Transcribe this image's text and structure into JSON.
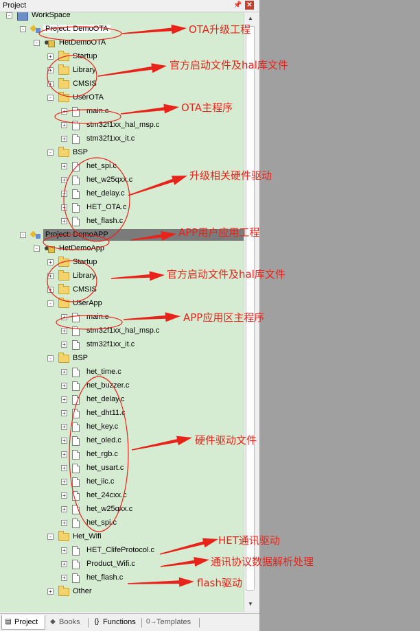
{
  "panel": {
    "title": "Project",
    "pin_icon": "pin-icon",
    "close_icon": "close-icon"
  },
  "tree": [
    {
      "label": "WorkSpace",
      "level": 0,
      "type": "workspace",
      "expander": "minus"
    },
    {
      "label": "Project: DemoOTA",
      "level": 1,
      "type": "project",
      "expander": "minus",
      "highlight": "white"
    },
    {
      "label": "HetDemoOTA",
      "level": 2,
      "type": "group",
      "expander": "minus"
    },
    {
      "label": "Startup",
      "level": 3,
      "type": "folder",
      "expander": "plus"
    },
    {
      "label": "Library",
      "level": 3,
      "type": "folder",
      "expander": "plus"
    },
    {
      "label": "CMSIS",
      "level": 3,
      "type": "folder",
      "expander": "plus"
    },
    {
      "label": "UserOTA",
      "level": 3,
      "type": "folder-open",
      "expander": "minus"
    },
    {
      "label": "main.c",
      "level": 4,
      "type": "file",
      "expander": "plus"
    },
    {
      "label": "stm32f1xx_hal_msp.c",
      "level": 4,
      "type": "file",
      "expander": "plus"
    },
    {
      "label": "stm32f1xx_it.c",
      "level": 4,
      "type": "file",
      "expander": "plus"
    },
    {
      "label": "BSP",
      "level": 3,
      "type": "folder-open",
      "expander": "minus"
    },
    {
      "label": "het_spi.c",
      "level": 4,
      "type": "file",
      "expander": "plus"
    },
    {
      "label": "het_w25qxx.c",
      "level": 4,
      "type": "file",
      "expander": "plus"
    },
    {
      "label": "het_delay.c",
      "level": 4,
      "type": "file",
      "expander": "plus"
    },
    {
      "label": "HET_OTA.c",
      "level": 4,
      "type": "file",
      "expander": "plus"
    },
    {
      "label": "het_flash.c",
      "level": 4,
      "type": "file",
      "expander": "plus"
    },
    {
      "label": "Project: DemoAPP",
      "level": 1,
      "type": "project",
      "expander": "minus",
      "highlight": "gray"
    },
    {
      "label": "HetDemoApp",
      "level": 2,
      "type": "group",
      "expander": "minus"
    },
    {
      "label": "Startup",
      "level": 3,
      "type": "folder",
      "expander": "plus"
    },
    {
      "label": "Library",
      "level": 3,
      "type": "folder",
      "expander": "plus"
    },
    {
      "label": "CMSIS",
      "level": 3,
      "type": "folder",
      "expander": "plus"
    },
    {
      "label": "UserApp",
      "level": 3,
      "type": "folder-open",
      "expander": "minus"
    },
    {
      "label": "main.c",
      "level": 4,
      "type": "file",
      "expander": "plus"
    },
    {
      "label": "stm32f1xx_hal_msp.c",
      "level": 4,
      "type": "file",
      "expander": "plus"
    },
    {
      "label": "stm32f1xx_it.c",
      "level": 4,
      "type": "file",
      "expander": "plus"
    },
    {
      "label": "BSP",
      "level": 3,
      "type": "folder-open",
      "expander": "minus"
    },
    {
      "label": "het_time.c",
      "level": 4,
      "type": "file",
      "expander": "plus"
    },
    {
      "label": "het_buzzer.c",
      "level": 4,
      "type": "file",
      "expander": "plus"
    },
    {
      "label": "het_delay.c",
      "level": 4,
      "type": "file",
      "expander": "plus"
    },
    {
      "label": "het_dht11.c",
      "level": 4,
      "type": "file",
      "expander": "plus"
    },
    {
      "label": "het_key.c",
      "level": 4,
      "type": "file",
      "expander": "plus"
    },
    {
      "label": "het_oled.c",
      "level": 4,
      "type": "file",
      "expander": "plus"
    },
    {
      "label": "het_rgb.c",
      "level": 4,
      "type": "file",
      "expander": "plus"
    },
    {
      "label": "het_usart.c",
      "level": 4,
      "type": "file",
      "expander": "plus"
    },
    {
      "label": "het_iic.c",
      "level": 4,
      "type": "file",
      "expander": "plus"
    },
    {
      "label": "het_24cxx.c",
      "level": 4,
      "type": "file",
      "expander": "plus"
    },
    {
      "label": "het_w25qxx.c",
      "level": 4,
      "type": "file",
      "expander": "plus"
    },
    {
      "label": "het_spi.c",
      "level": 4,
      "type": "file",
      "expander": "plus"
    },
    {
      "label": "Het_Wifi",
      "level": 3,
      "type": "folder-open",
      "expander": "minus"
    },
    {
      "label": "HET_ClifeProtocol.c",
      "level": 4,
      "type": "file",
      "expander": "plus"
    },
    {
      "label": "Product_Wifi.c",
      "level": 4,
      "type": "file",
      "expander": "plus"
    },
    {
      "label": "het_flash.c",
      "level": 4,
      "type": "file",
      "expander": "plus"
    },
    {
      "label": "Other",
      "level": 3,
      "type": "folder",
      "expander": "plus"
    }
  ],
  "tabs": [
    {
      "label": "Project",
      "icon": "project-icon",
      "active": true
    },
    {
      "label": "Books",
      "icon": "books-icon",
      "active": false
    },
    {
      "label": "Functions",
      "icon": "functions-icon",
      "active": false
    },
    {
      "label": "Templates",
      "icon": "templates-icon",
      "active": false
    }
  ],
  "annotations": [
    {
      "text": "OTA升级工程",
      "target_row": 1
    },
    {
      "text": "官方启动文件及hal库文件",
      "target_row": 4
    },
    {
      "text": "OTA主程序",
      "target_row": 7
    },
    {
      "text": "升级相关硬件驱动",
      "target_row": 13
    },
    {
      "text": "APP用户应用工程",
      "target_row": 16
    },
    {
      "text": "官方启动文件及hal库文件",
      "target_row": 19
    },
    {
      "text": "APP应用区主程序",
      "target_row": 22
    },
    {
      "text": "硬件驱动文件",
      "target_row": 31
    },
    {
      "text": "HET通讯驱动",
      "target_row": 39
    },
    {
      "text": "通讯协议数据解析处理",
      "target_row": 40
    },
    {
      "text": "flash驱动",
      "target_row": 41
    }
  ],
  "colors": {
    "annotation": "#e8231a",
    "tree_bg": "#d6ecd2",
    "selection_gray": "#7b7b7b"
  }
}
